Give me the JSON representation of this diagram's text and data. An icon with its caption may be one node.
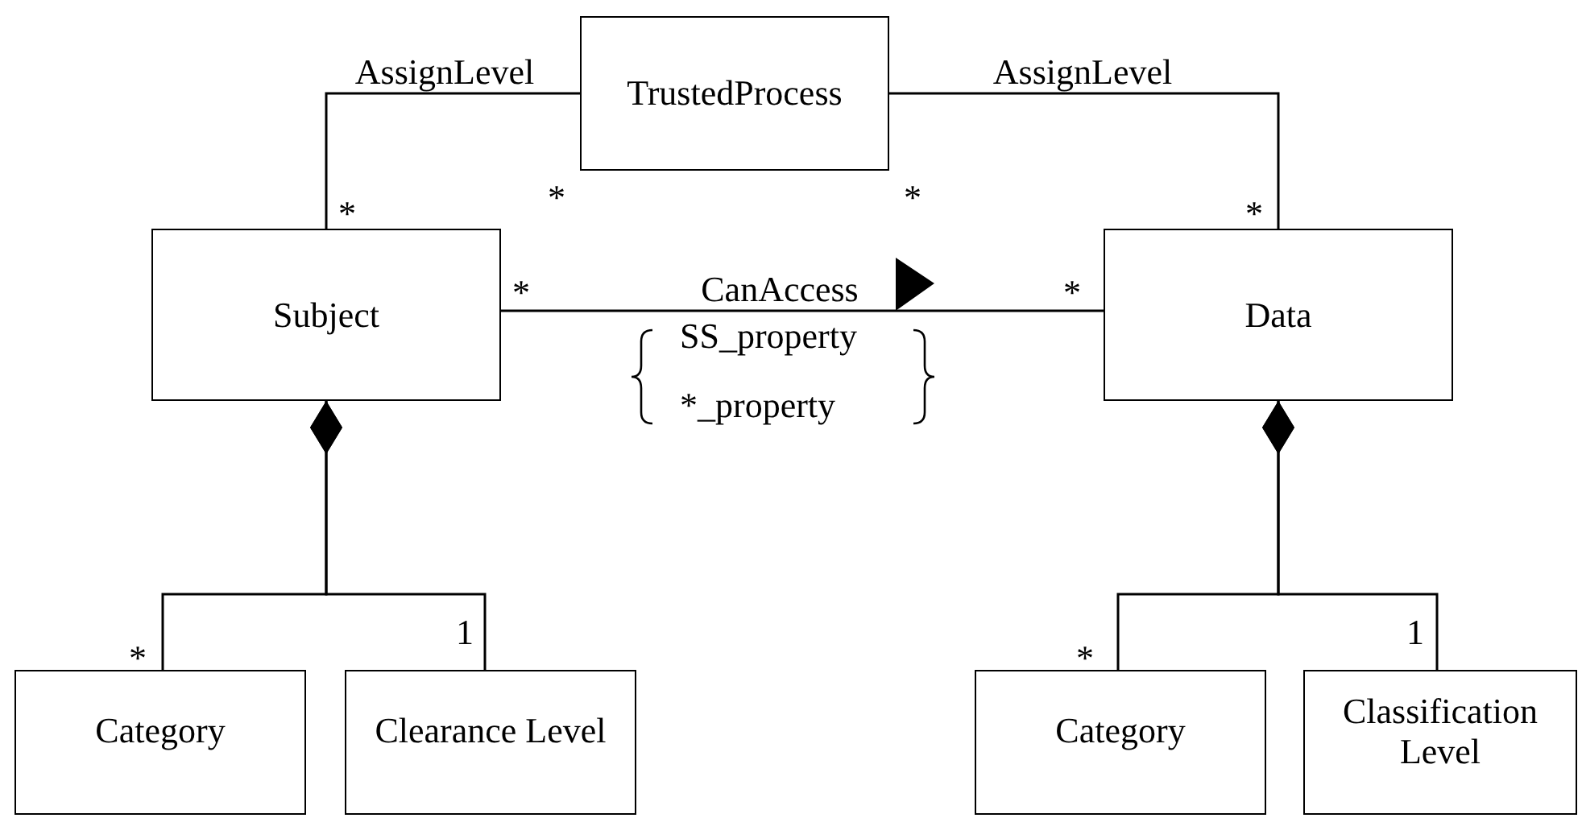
{
  "diagram": {
    "nodes": [
      {
        "text": [
          "TrustedProcess"
        ]
      },
      {
        "text": [
          "Subject"
        ]
      },
      {
        "text": [
          "Data"
        ]
      },
      {
        "text": [
          "Category"
        ]
      },
      {
        "text": [
          "Clearance Level"
        ]
      },
      {
        "text": [
          "Category"
        ]
      },
      {
        "text": [
          "Classification Level"
        ]
      }
    ],
    "edges": [
      {
        "from": 0,
        "to": 1,
        "arrow": "none",
        "label": "AssignLevel"
      },
      {
        "from": 0,
        "to": 2,
        "arrow": "none",
        "label": "AssignLevel"
      },
      {
        "from": 1,
        "to": 2,
        "arrow": "none",
        "label": "CanAccess"
      },
      {
        "from": 1,
        "to": 3,
        "arrow": "other"
      },
      {
        "from": 1,
        "to": 4,
        "arrow": "other"
      },
      {
        "from": 2,
        "to": 5,
        "arrow": "other"
      },
      {
        "from": 2,
        "to": 6,
        "arrow": "other"
      }
    ],
    "labels": [
      "*",
      "*",
      "*",
      "*",
      "*",
      "*",
      "SS_property",
      "*_property",
      "*",
      "1",
      "*",
      "1"
    ]
  }
}
